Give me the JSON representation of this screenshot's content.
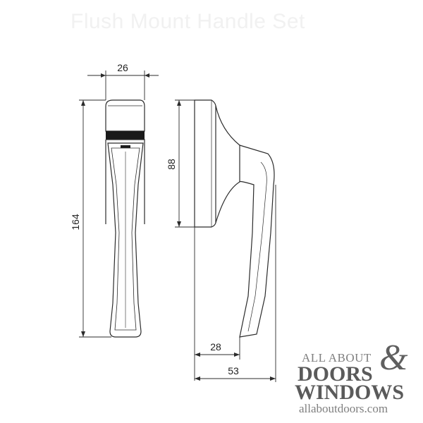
{
  "title": "Flush Mount Handle Set",
  "dimensions": {
    "top_width": "26",
    "total_height": "164",
    "base_height": "88",
    "lever_offset": "28",
    "total_depth": "53"
  },
  "logo": {
    "line1": "ALL ABOUT",
    "ampersand": "&",
    "line2": "DOORS",
    "line3": "WINDOWS",
    "url": "allaboutdoors.com"
  },
  "colors": {
    "line": "#2b2b2b",
    "logo_text": "#5a5a5a",
    "watermark": "#f1f1f1"
  }
}
